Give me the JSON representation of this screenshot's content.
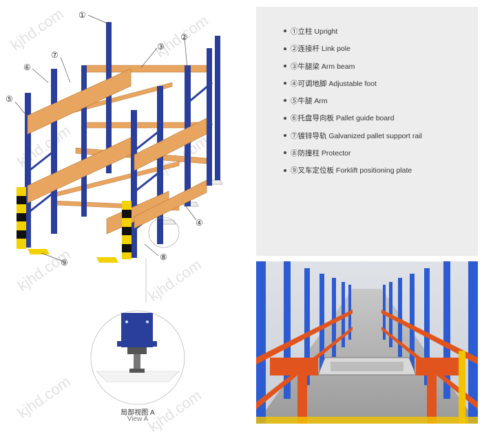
{
  "watermark": "kjhd.com",
  "diagram": {
    "callouts": [
      "①",
      "②",
      "③",
      "④",
      "⑤",
      "⑥",
      "⑦",
      "⑧",
      "⑨"
    ]
  },
  "legend": {
    "items": [
      "①立柱 Upright",
      "②连接杆 Link pole",
      "③牛腿梁 Arm beam",
      "④可调地脚 Adjustable foot",
      "⑤牛腿 Arm",
      "⑥托盘导向板 Pallet guide board",
      "⑦镀锌导轨 Galvanized pallet support rail",
      "⑧防撞柱 Protector",
      "⑨叉车定位板 Forklift positioning plate"
    ]
  },
  "view": {
    "label_cn": "局部视图 A",
    "label_en": "View A"
  },
  "colors": {
    "upright_blue": "#2a3f9c",
    "arm_orange": "#e8a560",
    "protector_yellow": "#f2d200",
    "legend_bg": "#ededed"
  }
}
